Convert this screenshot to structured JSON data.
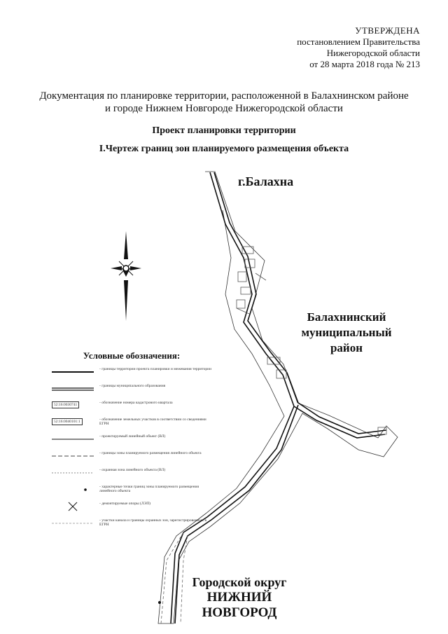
{
  "approval": {
    "head": "УТВЕРЖДЕНА",
    "line1": "постановлением Правительства",
    "line2": "Нижегородской области",
    "line3": "от 28 марта 2018 года № 213"
  },
  "document_title": {
    "line1": "Документация по планировке территории, расположенной в Балахнинском районе",
    "line2": "и городе Нижнем Новгороде Нижегородской области"
  },
  "project_title": "Проект планировки территории",
  "sheet_title": "I.Чертеж границ зон планируемого размещения объекта",
  "places": {
    "balakhna": "г.Балахна",
    "district_line1": "Балахнинский",
    "district_line2": "муниципальный",
    "district_line3": "район",
    "okrug_line1": "Городской округ",
    "okrug_line2": "НИЖНИЙ",
    "okrug_line3": "НОВГОРОД"
  },
  "legend": {
    "title": "Условные обозначения:",
    "items": [
      {
        "symbol": "thick-line",
        "badge": "",
        "text": "- границы территории проекта планировки и межевания территории"
      },
      {
        "symbol": "double-line",
        "badge": "",
        "text": "- границы муниципального образования"
      },
      {
        "symbol": "badge",
        "badge": "52:16:0030741",
        "text": "- обозначение номера кадастрового квартала"
      },
      {
        "symbol": "badge",
        "badge": "52:16:0040101:1",
        "text": "- обозначение земельных участков в соответствии со сведениями ЕГРН"
      },
      {
        "symbol": "thin-line",
        "badge": "",
        "text": "- проектируемый линейный объект (ВЛ)"
      },
      {
        "symbol": "dash-line",
        "badge": "",
        "text": "- границы зоны планируемого размещения линейного объекта"
      },
      {
        "symbol": "dot-line",
        "badge": "",
        "text": "- охранная зона линейного объекта (ВЛ)"
      },
      {
        "symbol": "point",
        "badge": "",
        "text": "- характерные точки границ зоны планируемого размещения линейного объекта"
      },
      {
        "symbol": "cross",
        "badge": "",
        "text": "- демонтируемые опоры (ЛЭП)"
      },
      {
        "symbol": "gray-line",
        "badge": "",
        "text": "- участки канала и границы охранных зон, зарегистрированных в ЕГРН"
      }
    ]
  },
  "colors": {
    "ink": "#111111",
    "faint": "#888888"
  }
}
